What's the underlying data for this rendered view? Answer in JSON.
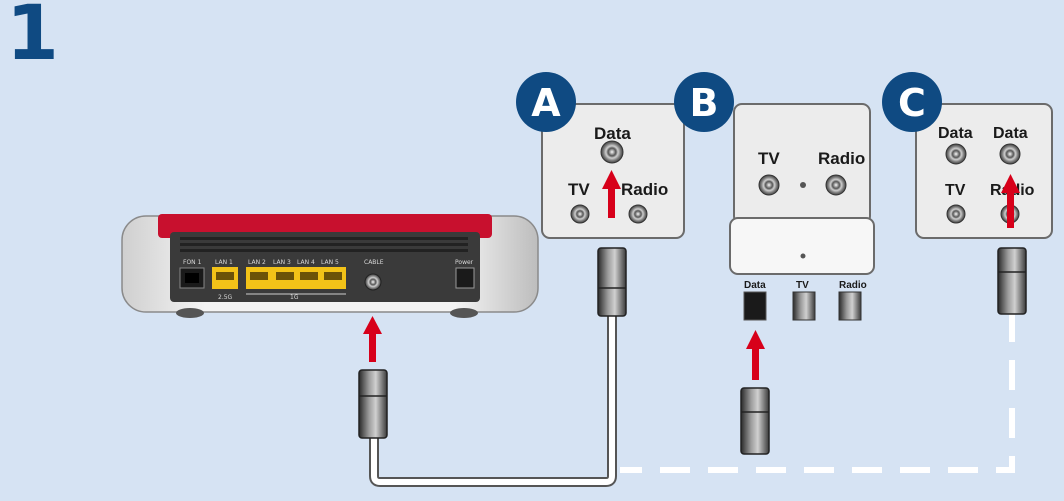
{
  "step_number": "1",
  "router": {
    "ports": {
      "fon1": "FON 1",
      "lan1": "LAN 1",
      "lan2": "LAN 2",
      "lan3": "LAN 3",
      "lan4": "LAN 4",
      "lan5": "LAN 5",
      "cable": "CABLE",
      "power": "Power"
    },
    "speed_lan1": "2.5G",
    "speed_rest": "1G"
  },
  "socket_a": {
    "badge": "A",
    "data": "Data",
    "tv": "TV",
    "radio": "Radio"
  },
  "socket_b": {
    "badge": "B",
    "tv": "TV",
    "radio": "Radio",
    "adapter_data": "Data",
    "adapter_tv": "TV",
    "adapter_radio": "Radio"
  },
  "socket_c": {
    "badge": "C",
    "data_left": "Data",
    "data_right": "Data",
    "tv": "TV",
    "radio": "Radio"
  },
  "colors": {
    "background": "#d6e3f3",
    "badge": "#0f4a82",
    "arrow": "#d7001a",
    "router_red": "#c8102e",
    "router_back": "#3a3a3a",
    "lan_yellow": "#f2c218"
  }
}
